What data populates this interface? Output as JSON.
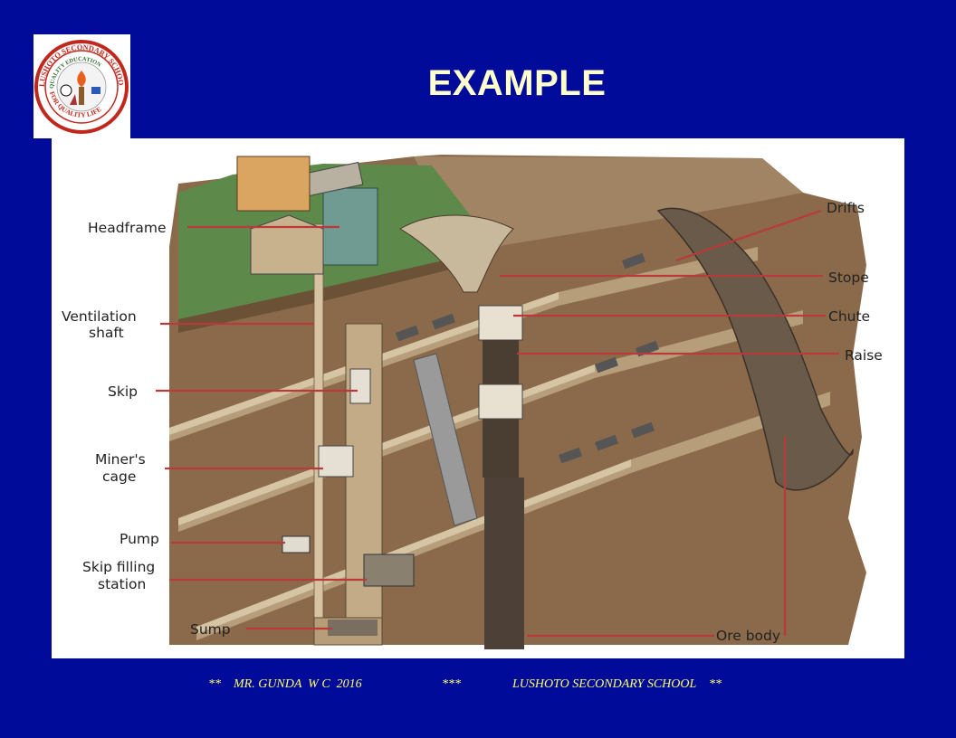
{
  "slide": {
    "title": "EXAMPLE"
  },
  "logo": {
    "ring_text_top": "LUSHOTO SECONDARY SCHOOL",
    "ring_text_inner": "QUALITY EDUCATION",
    "ring_text_bottom": "FOR QUALITY LIFE"
  },
  "diagram": {
    "labels": {
      "headframe": "Headframe",
      "ventilation_1": "Ventilation",
      "ventilation_2": "shaft",
      "skip": "Skip",
      "cage_1": "Miner's",
      "cage_2": "cage",
      "pump": "Pump",
      "skipfill_1": "Skip filling",
      "skipfill_2": "station",
      "sump": "Sump",
      "drifts": "Drifts",
      "stope": "Stope",
      "chute": "Chute",
      "raise": "Raise",
      "orebody": "Ore body"
    },
    "colors": {
      "leader": "#b83a3a",
      "rock": "#8a6a4a",
      "grass": "#5d8a4a"
    }
  },
  "footer": {
    "part1": "**    MR. GUNDA  W C  2016",
    "part2": "***",
    "part3": "LUSHOTO SECONDARY SCHOOL    **"
  }
}
